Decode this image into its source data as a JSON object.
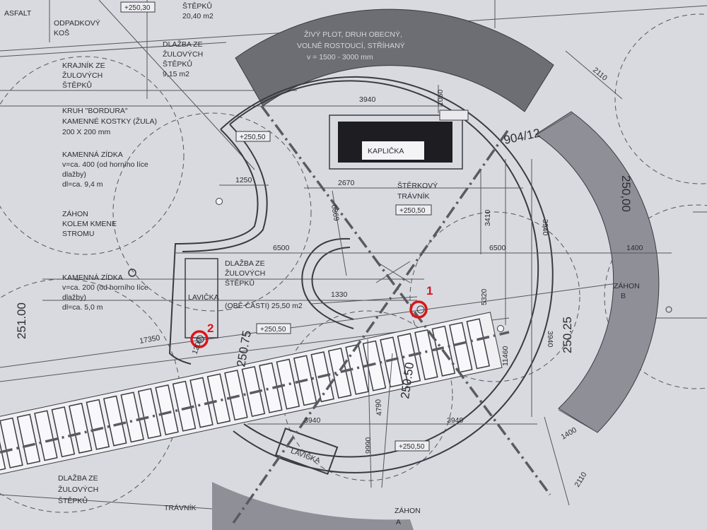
{
  "header": {
    "asfalt": "ASFALT",
    "odpadkovy_kos": [
      "ODPADKOVÝ",
      "KOŠ"
    ],
    "level_top": "+250,30",
    "stepku_top": [
      "ŠTĚPKŮ",
      "20,40 m2"
    ]
  },
  "labels": {
    "dlazba_top": [
      "DLAŽBA ZE",
      "ŽULOVÝCH",
      "ŠTĚPKŮ",
      "9,15 m2"
    ],
    "krajnik": [
      "KRAJNÍK ZE",
      "ŽULOVÝCH",
      "ŠTĚPKŮ"
    ],
    "kruh": [
      "KRUH \"BORDURA\"",
      "KAMENNÉ KOSTKY (ŽULA)",
      "200 X 200 mm"
    ],
    "zidka_1": [
      "KAMENNÁ ZÍDKA",
      "v=ca. 400 (od horního líce",
      "dlažby)",
      "dl=ca. 9,4 m"
    ],
    "zahon_strom": [
      "ZÁHON",
      "KOLEM KMENE",
      "STROMU"
    ],
    "zidka_2": [
      "KAMENNÁ ZÍDKA",
      "v=ca. 200 (od horního líce",
      "dlažby)",
      "dl=ca. 5,0 m"
    ],
    "plot": [
      "ŽIVÝ PLOT, DRUH OBECNÝ,",
      "VOLNĚ ROSTOUCÍ, STŘÍHANÝ",
      "v = 1500 - 3000 mm"
    ],
    "kaplicka": "KAPLIČKA",
    "sterkovy": [
      "ŠTĚRKOVÝ",
      "TRÁVNÍK",
      "+250,50"
    ],
    "dlazba_mid": [
      "DLAŽBA ZE",
      "ŽULOVÝCH",
      "ŠTĚPKŮ",
      "(OBĚ ČÁSTI) 25,50 m2"
    ],
    "lavicka_1": "LAVIČKA",
    "lavicka_2": "LAVIČKA",
    "zahon_b": [
      "ZÁHON",
      "B"
    ],
    "zahon_a": [
      "ZÁHON",
      "A"
    ],
    "dlazba_bottom": [
      "DLAŽBA ZE",
      "ŽULOVÝCH",
      "ŠTĚPKŮ"
    ],
    "travnik": "TRÁVNÍK",
    "parcel": "904/12"
  },
  "levels": {
    "l_25050_a": "+250,50",
    "l_25050_b": "+250,50",
    "l_25050_c": "+250,50",
    "e_25000": "250,00",
    "e_25100": "251.00",
    "e_25025": "250.25",
    "e_25075": "250.75",
    "e_25050": "250.50"
  },
  "dimensions": {
    "d3940_top": "3940",
    "d1060": "1060",
    "d2110_top": "2110",
    "d1250": "1250",
    "d2670": "2670",
    "d6980": "6980",
    "d3410": "3410",
    "d3940_r1": "3940",
    "d6500_l": "6500",
    "d6500_r": "6500",
    "d1400_r": "1400",
    "d1330": "1330",
    "d5320": "5320",
    "d17350": "17350",
    "d1200": "1200",
    "d11460": "11460",
    "d3940_r2": "3940",
    "d3940_bl": "3940",
    "d3940_br": "3940",
    "d4790": "4790",
    "d9990": "9990",
    "d1400_b": "1400",
    "d2110_b": "2110"
  },
  "markers": {
    "m1": "1",
    "m2": "2"
  },
  "colors": {
    "paper": "#d9dadf",
    "ink": "#2c2c34",
    "hedge": "#6d6d74",
    "bed": "#8f9097",
    "marker": "#d8161b"
  }
}
